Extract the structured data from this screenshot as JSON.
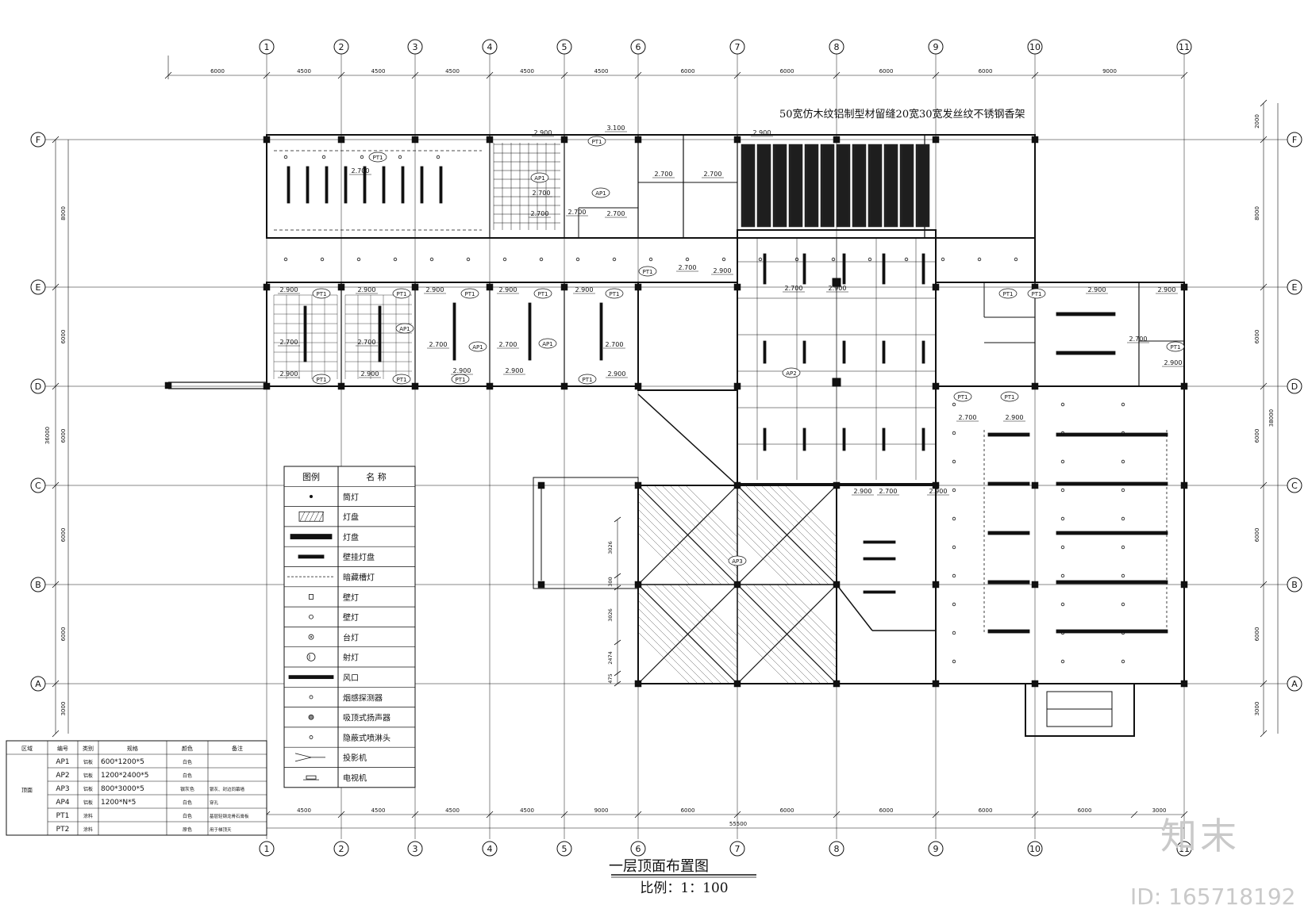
{
  "grid": {
    "columns": [
      "1",
      "2",
      "3",
      "4",
      "5",
      "6",
      "7",
      "8",
      "9",
      "10",
      "11"
    ],
    "rows": [
      "F",
      "E",
      "D",
      "C",
      "B",
      "A"
    ],
    "top_dims": [
      "6000",
      "4500",
      "4500",
      "4500",
      "4500",
      "4500",
      "6000",
      "6000",
      "6000",
      "6000",
      "9000"
    ],
    "bottom_dims": [
      "4500",
      "4500",
      "4500",
      "4500",
      "9000",
      "6000",
      "6000",
      "6000",
      "6000",
      "6000",
      "3000"
    ],
    "total_width": "55500",
    "left_dims": [
      "8000",
      "6000",
      "6000",
      "6000",
      "6000",
      "3000"
    ],
    "right_dims": [
      "2000",
      "8000",
      "6000",
      "6000",
      "6000",
      "6000",
      "3000"
    ],
    "total_height": "38000",
    "overall_left_height": "36000",
    "segment_dims": [
      "3026",
      "300",
      "3026",
      "2474",
      "475"
    ]
  },
  "notes": {
    "top_note_1": "50宽仿木纹铝制型材留缝20宽",
    "top_note_2": "30宽发丝纹不锈钢香架"
  },
  "tags": {
    "pt1": "PT1",
    "ap1": "AP1",
    "ap2": "AP2",
    "ap3": "AP3",
    "h2700": "2.700",
    "h2900": "2.900",
    "h3100": "3.100"
  },
  "legend": {
    "header_symbol": "图例",
    "header_name": "名 称",
    "items": [
      "筒灯",
      "灯盘",
      "灯盘",
      "壁挂灯盘",
      "暗藏槽灯",
      "壁灯",
      "壁灯",
      "台灯",
      "射灯",
      "风口",
      "烟感探测器",
      "吸顶式扬声器",
      "隐蔽式喷淋头",
      "投影机",
      "电视机"
    ]
  },
  "material_table": {
    "headers": [
      "区域",
      "编号",
      "类别",
      "规格",
      "颜色",
      "备注"
    ],
    "area": "顶面",
    "rows": [
      [
        "AP1",
        "铝板",
        "600*1200*5",
        "白色",
        ""
      ],
      [
        "AP2",
        "铝板",
        "1200*2400*5",
        "白色",
        ""
      ],
      [
        "AP3",
        "铝板",
        "800*3000*5",
        "银灰色",
        "银灰、封边同幕墙"
      ],
      [
        "AP4",
        "铝板",
        "1200*N*5",
        "白色",
        "穿孔"
      ],
      [
        "PT1",
        "涂料",
        "",
        "白色",
        "基层轻钢龙骨石膏板"
      ],
      [
        "PT2",
        "涂料",
        "",
        "原色",
        "用于梯顶天"
      ]
    ]
  },
  "title": {
    "main": "一层顶面布置图",
    "scale": "比例：1：100"
  },
  "watermark": {
    "brand": "知末",
    "id": "ID: 165718192"
  }
}
